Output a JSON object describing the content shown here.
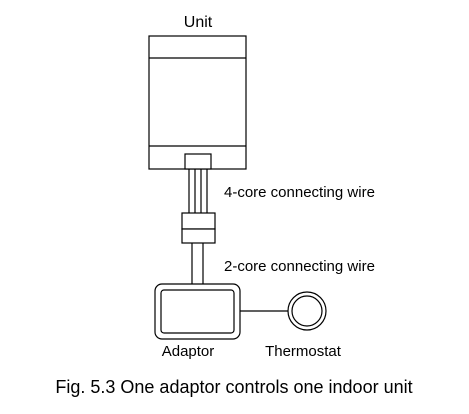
{
  "unit_label": "Unit",
  "wire_4core_label": "4-core connecting wire",
  "wire_2core_label": "2-core connecting wire",
  "adaptor_label": "Adaptor",
  "thermostat_label": "Thermostat",
  "caption": "Fig. 5.3 One adaptor controls one indoor unit"
}
